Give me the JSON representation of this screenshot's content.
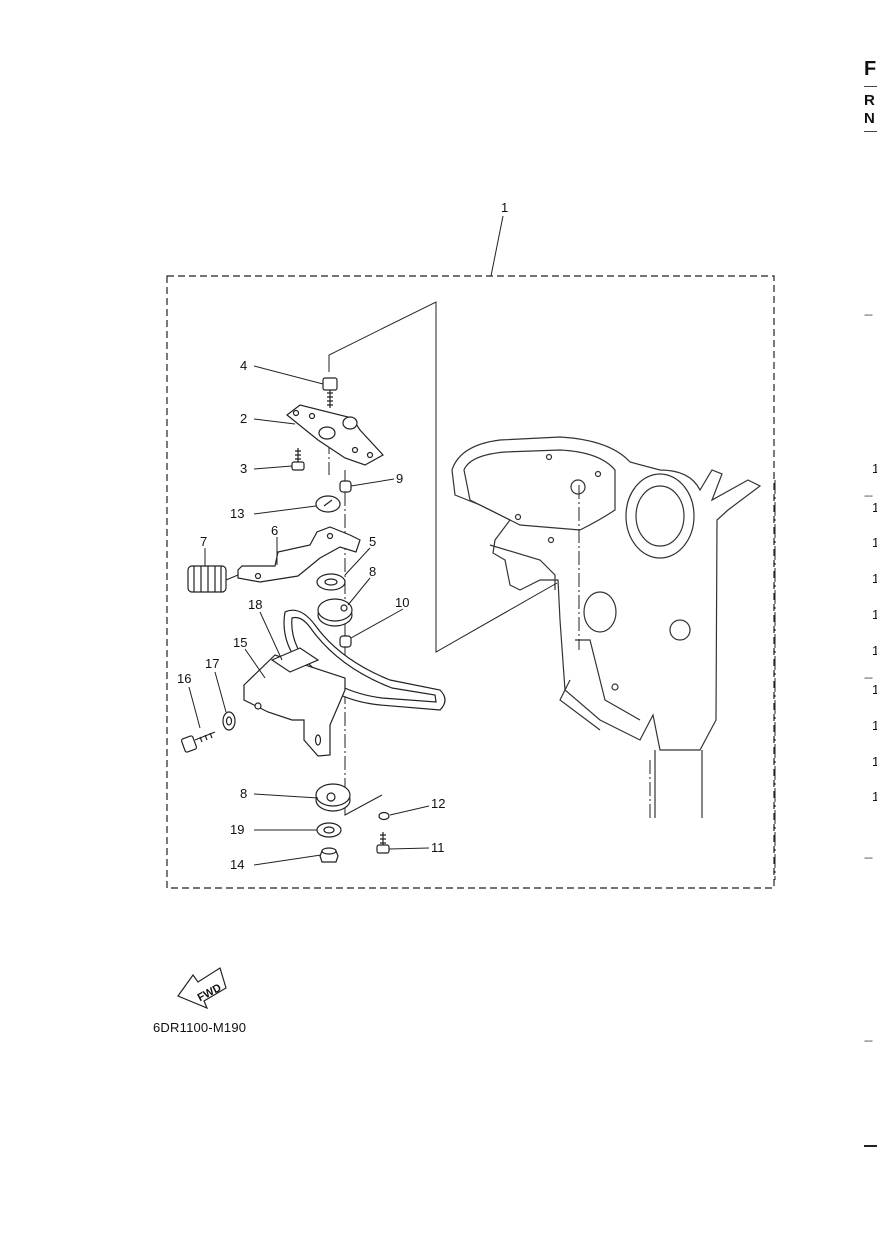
{
  "diagram": {
    "assembly_label": "1",
    "callouts": [
      "2",
      "3",
      "4",
      "5",
      "6",
      "7",
      "8",
      "8",
      "9",
      "10",
      "11",
      "12",
      "13",
      "14",
      "15",
      "16",
      "17",
      "18",
      "19"
    ],
    "fwd_arrow_text": "FWD",
    "drawing_code": "6DR1100-M190"
  },
  "right_edge": {
    "letters": [
      "F",
      "R",
      "N"
    ],
    "numbers": [
      "1",
      "1",
      "1",
      "1",
      "1",
      "1",
      "1",
      "1",
      "1",
      "1"
    ],
    "dashes": [
      "---",
      "---",
      "---",
      "---",
      "---",
      "---"
    ]
  }
}
